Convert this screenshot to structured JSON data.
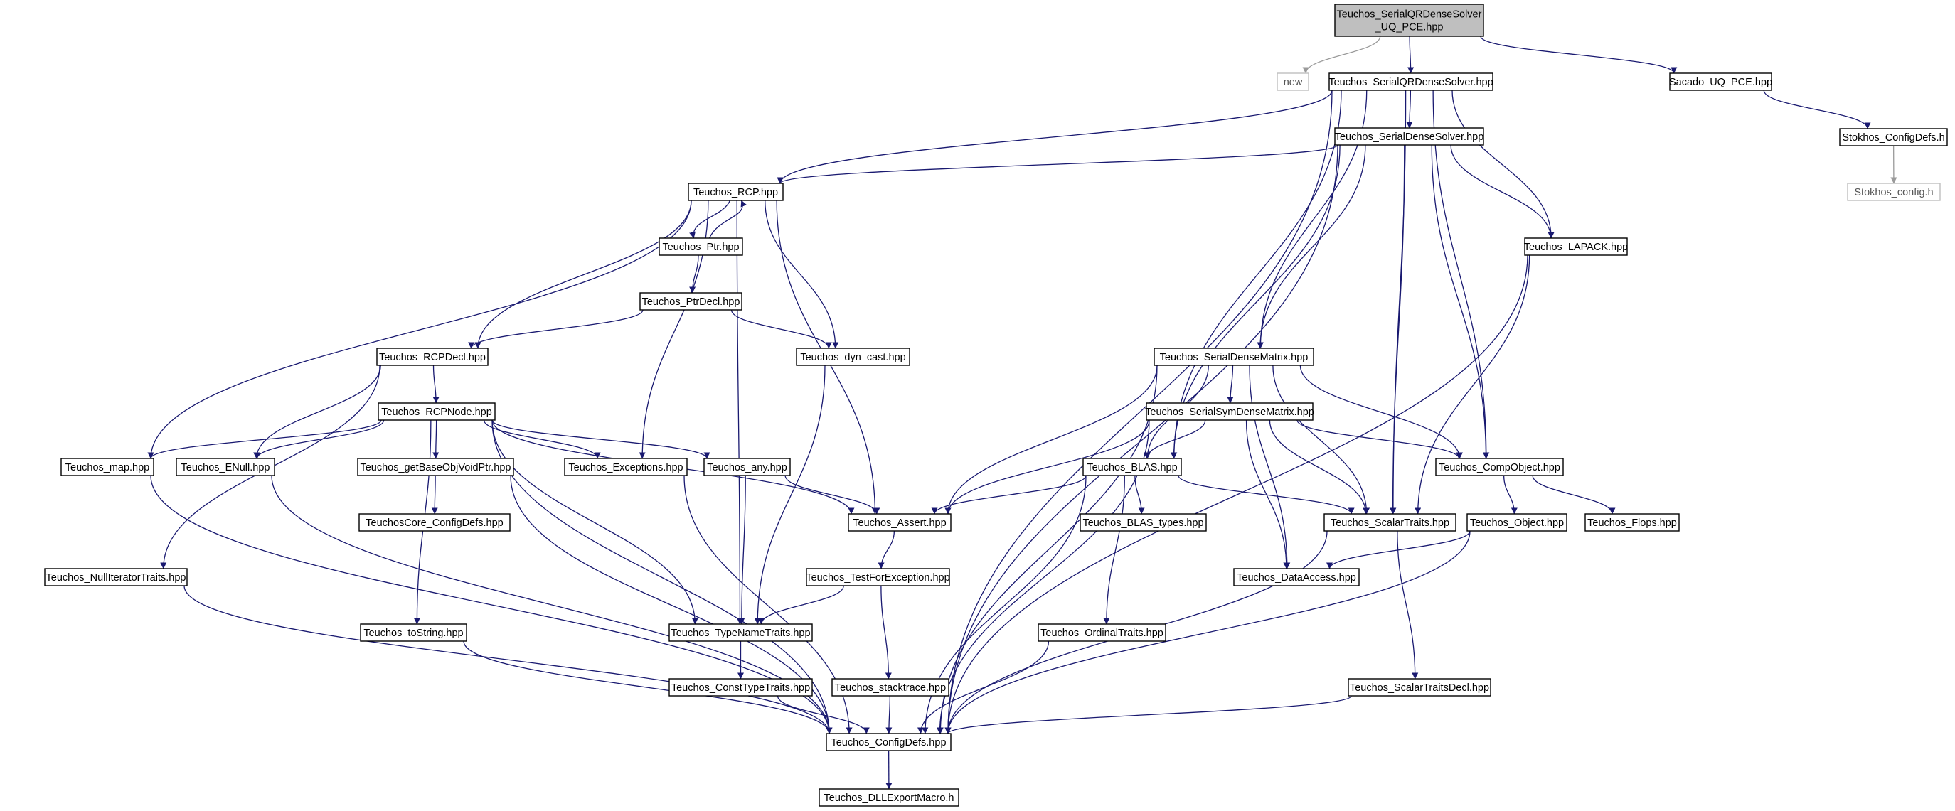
{
  "nodes": [
    {
      "id": "root",
      "lines": [
        "Teuchos_SerialQRDenseSolver",
        "_UQ_PCE.hpp"
      ],
      "kind": "root",
      "interactable": false
    },
    {
      "id": "new",
      "lines": [
        "new"
      ],
      "kind": "missing",
      "interactable": false
    },
    {
      "id": "sqrds",
      "lines": [
        "Teuchos_SerialQRDenseSolver.hpp"
      ],
      "kind": "file",
      "interactable": true
    },
    {
      "id": "sacado_uq_pce",
      "lines": [
        "Sacado_UQ_PCE.hpp"
      ],
      "kind": "file",
      "interactable": true
    },
    {
      "id": "stokhos_configdefs",
      "lines": [
        "Stokhos_ConfigDefs.h"
      ],
      "kind": "file",
      "interactable": true
    },
    {
      "id": "stokhos_config",
      "lines": [
        "Stokhos_config.h"
      ],
      "kind": "missing",
      "interactable": false
    },
    {
      "id": "sds",
      "lines": [
        "Teuchos_SerialDenseSolver.hpp"
      ],
      "kind": "file",
      "interactable": true
    },
    {
      "id": "rcp",
      "lines": [
        "Teuchos_RCP.hpp"
      ],
      "kind": "file",
      "interactable": true
    },
    {
      "id": "ptr",
      "lines": [
        "Teuchos_Ptr.hpp"
      ],
      "kind": "file",
      "interactable": true
    },
    {
      "id": "ptrdecl",
      "lines": [
        "Teuchos_PtrDecl.hpp"
      ],
      "kind": "file",
      "interactable": true
    },
    {
      "id": "lapack",
      "lines": [
        "Teuchos_LAPACK.hpp"
      ],
      "kind": "file",
      "interactable": true
    },
    {
      "id": "rcpdecl",
      "lines": [
        "Teuchos_RCPDecl.hpp"
      ],
      "kind": "file",
      "interactable": true
    },
    {
      "id": "dyncast",
      "lines": [
        "Teuchos_dyn_cast.hpp"
      ],
      "kind": "file",
      "interactable": true
    },
    {
      "id": "sdm",
      "lines": [
        "Teuchos_SerialDenseMatrix.hpp"
      ],
      "kind": "file",
      "interactable": true
    },
    {
      "id": "rcpnode",
      "lines": [
        "Teuchos_RCPNode.hpp"
      ],
      "kind": "file",
      "interactable": true
    },
    {
      "id": "ssdm",
      "lines": [
        "Teuchos_SerialSymDenseMatrix.hpp"
      ],
      "kind": "file",
      "interactable": true
    },
    {
      "id": "map",
      "lines": [
        "Teuchos_map.hpp"
      ],
      "kind": "file",
      "interactable": true
    },
    {
      "id": "enull",
      "lines": [
        "Teuchos_ENull.hpp"
      ],
      "kind": "file",
      "interactable": true
    },
    {
      "id": "getbase",
      "lines": [
        "Teuchos_getBaseObjVoidPtr.hpp"
      ],
      "kind": "file",
      "interactable": true
    },
    {
      "id": "exceptions",
      "lines": [
        "Teuchos_Exceptions.hpp"
      ],
      "kind": "file",
      "interactable": true
    },
    {
      "id": "any",
      "lines": [
        "Teuchos_any.hpp"
      ],
      "kind": "file",
      "interactable": true
    },
    {
      "id": "blas",
      "lines": [
        "Teuchos_BLAS.hpp"
      ],
      "kind": "file",
      "interactable": true
    },
    {
      "id": "compobject",
      "lines": [
        "Teuchos_CompObject.hpp"
      ],
      "kind": "file",
      "interactable": true
    },
    {
      "id": "coreconfig",
      "lines": [
        "TeuchosCore_ConfigDefs.hpp"
      ],
      "kind": "file",
      "interactable": true
    },
    {
      "id": "assert",
      "lines": [
        "Teuchos_Assert.hpp"
      ],
      "kind": "file",
      "interactable": true
    },
    {
      "id": "blastypes",
      "lines": [
        "Teuchos_BLAS_types.hpp"
      ],
      "kind": "file",
      "interactable": true
    },
    {
      "id": "scalartraits",
      "lines": [
        "Teuchos_ScalarTraits.hpp"
      ],
      "kind": "file",
      "interactable": true
    },
    {
      "id": "object",
      "lines": [
        "Teuchos_Object.hpp"
      ],
      "kind": "file",
      "interactable": true
    },
    {
      "id": "flops",
      "lines": [
        "Teuchos_Flops.hpp"
      ],
      "kind": "file",
      "interactable": true
    },
    {
      "id": "nulliter",
      "lines": [
        "Teuchos_NullIteratorTraits.hpp"
      ],
      "kind": "file",
      "interactable": true
    },
    {
      "id": "testforexc",
      "lines": [
        "Teuchos_TestForException.hpp"
      ],
      "kind": "file",
      "interactable": true
    },
    {
      "id": "dataaccess",
      "lines": [
        "Teuchos_DataAccess.hpp"
      ],
      "kind": "file",
      "interactable": true
    },
    {
      "id": "tostring",
      "lines": [
        "Teuchos_toString.hpp"
      ],
      "kind": "file",
      "interactable": true
    },
    {
      "id": "typename",
      "lines": [
        "Teuchos_TypeNameTraits.hpp"
      ],
      "kind": "file",
      "interactable": true
    },
    {
      "id": "ordinal",
      "lines": [
        "Teuchos_OrdinalTraits.hpp"
      ],
      "kind": "file",
      "interactable": true
    },
    {
      "id": "consttype",
      "lines": [
        "Teuchos_ConstTypeTraits.hpp"
      ],
      "kind": "file",
      "interactable": true
    },
    {
      "id": "stacktrace",
      "lines": [
        "Teuchos_stacktrace.hpp"
      ],
      "kind": "file",
      "interactable": true
    },
    {
      "id": "scalartraitsdecl",
      "lines": [
        "Teuchos_ScalarTraitsDecl.hpp"
      ],
      "kind": "file",
      "interactable": true
    },
    {
      "id": "configdefs",
      "lines": [
        "Teuchos_ConfigDefs.hpp"
      ],
      "kind": "file",
      "interactable": true
    },
    {
      "id": "dllexport",
      "lines": [
        "Teuchos_DLLExportMacro.h"
      ],
      "kind": "file",
      "interactable": true
    }
  ],
  "edges": [
    [
      "root",
      "new"
    ],
    [
      "root",
      "sqrds"
    ],
    [
      "root",
      "sacado_uq_pce"
    ],
    [
      "sacado_uq_pce",
      "stokhos_configdefs"
    ],
    [
      "stokhos_configdefs",
      "stokhos_config"
    ],
    [
      "sqrds",
      "sds"
    ],
    [
      "sqrds",
      "rcp"
    ],
    [
      "sqrds",
      "lapack"
    ],
    [
      "sqrds",
      "sdm"
    ],
    [
      "sqrds",
      "blas"
    ],
    [
      "sqrds",
      "compobject"
    ],
    [
      "sqrds",
      "scalartraits"
    ],
    [
      "sqrds",
      "configdefs"
    ],
    [
      "sds",
      "rcp"
    ],
    [
      "sds",
      "lapack"
    ],
    [
      "sds",
      "sdm"
    ],
    [
      "sds",
      "blas"
    ],
    [
      "sds",
      "compobject"
    ],
    [
      "sds",
      "scalartraits"
    ],
    [
      "sds",
      "configdefs"
    ],
    [
      "rcp",
      "ptr"
    ],
    [
      "ptr",
      "rcp"
    ],
    [
      "ptr",
      "ptrdecl"
    ],
    [
      "rcp",
      "rcpdecl"
    ],
    [
      "rcp",
      "dyncast"
    ],
    [
      "rcp",
      "map"
    ],
    [
      "rcp",
      "exceptions"
    ],
    [
      "rcp",
      "typename"
    ],
    [
      "rcp",
      "assert"
    ],
    [
      "ptrdecl",
      "rcpdecl"
    ],
    [
      "ptrdecl",
      "dyncast"
    ],
    [
      "lapack",
      "scalartraits"
    ],
    [
      "lapack",
      "configdefs"
    ],
    [
      "rcpdecl",
      "rcpnode"
    ],
    [
      "rcpdecl",
      "enull"
    ],
    [
      "rcpdecl",
      "nulliter"
    ],
    [
      "dyncast",
      "typename"
    ],
    [
      "sdm",
      "ssdm"
    ],
    [
      "sdm",
      "compobject"
    ],
    [
      "sdm",
      "blas"
    ],
    [
      "sdm",
      "assert"
    ],
    [
      "sdm",
      "scalartraits"
    ],
    [
      "sdm",
      "dataaccess"
    ],
    [
      "sdm",
      "configdefs"
    ],
    [
      "rcpnode",
      "map"
    ],
    [
      "rcpnode",
      "enull"
    ],
    [
      "rcpnode",
      "getbase"
    ],
    [
      "rcpnode",
      "exceptions"
    ],
    [
      "rcpnode",
      "any"
    ],
    [
      "rcpnode",
      "assert"
    ],
    [
      "rcpnode",
      "typename"
    ],
    [
      "rcpnode",
      "tostring"
    ],
    [
      "rcpnode",
      "configdefs"
    ],
    [
      "ssdm",
      "compobject"
    ],
    [
      "ssdm",
      "blas"
    ],
    [
      "ssdm",
      "assert"
    ],
    [
      "ssdm",
      "scalartraits"
    ],
    [
      "ssdm",
      "dataaccess"
    ],
    [
      "ssdm",
      "configdefs"
    ],
    [
      "map",
      "configdefs"
    ],
    [
      "enull",
      "configdefs"
    ],
    [
      "getbase",
      "coreconfig"
    ],
    [
      "getbase",
      "configdefs"
    ],
    [
      "exceptions",
      "configdefs"
    ],
    [
      "any",
      "assert"
    ],
    [
      "any",
      "typename"
    ],
    [
      "blas",
      "blastypes"
    ],
    [
      "blas",
      "assert"
    ],
    [
      "blas",
      "scalartraits"
    ],
    [
      "blas",
      "ordinal"
    ],
    [
      "blas",
      "configdefs"
    ],
    [
      "compobject",
      "object"
    ],
    [
      "compobject",
      "flops"
    ],
    [
      "assert",
      "testforexc"
    ],
    [
      "scalartraits",
      "scalartraitsdecl"
    ],
    [
      "scalartraits",
      "configdefs"
    ],
    [
      "object",
      "dataaccess"
    ],
    [
      "object",
      "configdefs"
    ],
    [
      "nulliter",
      "configdefs"
    ],
    [
      "testforexc",
      "typename"
    ],
    [
      "testforexc",
      "stacktrace"
    ],
    [
      "tostring",
      "configdefs"
    ],
    [
      "typename",
      "consttype"
    ],
    [
      "ordinal",
      "configdefs"
    ],
    [
      "consttype",
      "configdefs"
    ],
    [
      "stacktrace",
      "configdefs"
    ],
    [
      "scalartraitsdecl",
      "configdefs"
    ],
    [
      "configdefs",
      "dllexport"
    ]
  ],
  "colors": {
    "edge": "#191970",
    "edge_to_missing": "#9a9a9a",
    "node_border": "#000000",
    "missing_border": "#bfbfbf",
    "root_fill": "#bfbfbf",
    "node_fill": "#ffffff"
  }
}
